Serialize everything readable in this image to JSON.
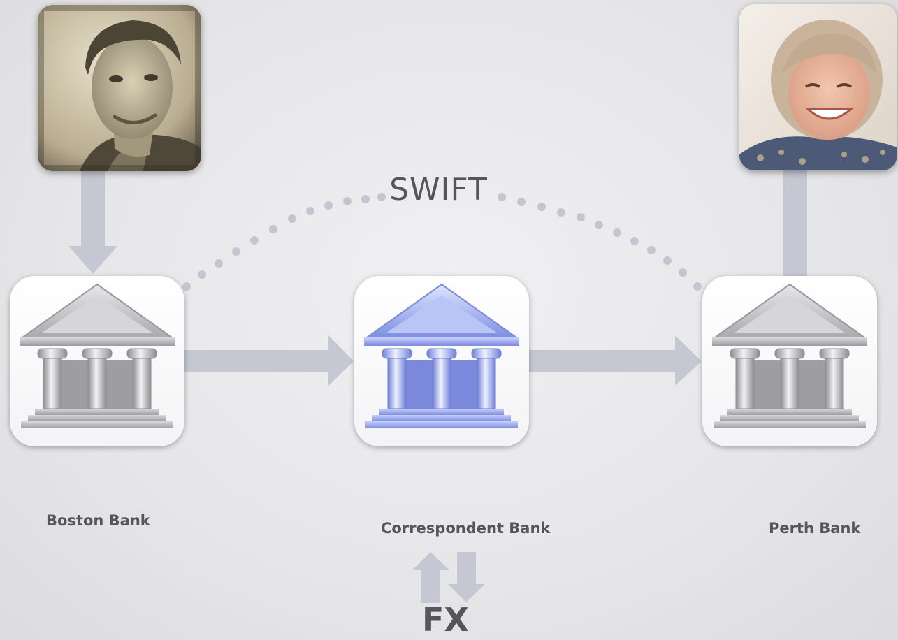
{
  "diagram": {
    "swift_label": "SWIFT",
    "fx_label": "FX",
    "banks": [
      {
        "name": "Boston Bank",
        "style": "silver"
      },
      {
        "name": "Correspondent Bank",
        "style": "blue"
      },
      {
        "name": "Perth Bank",
        "style": "silver"
      }
    ],
    "people": [
      {
        "role": "sender"
      },
      {
        "role": "recipient"
      }
    ],
    "colors": {
      "arrow": "#c5c8d3",
      "dots": "#c3c6d1",
      "text": "#55565a",
      "bank_silver": "#b8b8bd",
      "bank_blue": "#8f9fe6"
    }
  }
}
